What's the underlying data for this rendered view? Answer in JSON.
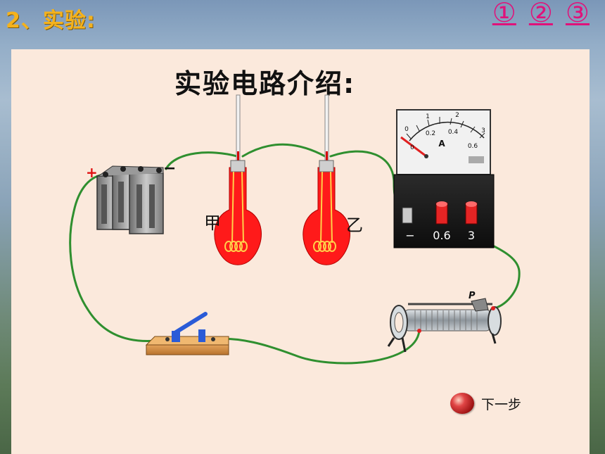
{
  "header": {
    "title": "2、实验:",
    "steps": [
      "①",
      "②",
      "③"
    ]
  },
  "diagram": {
    "title": "实验电路介绍:",
    "battery": {
      "plus": "+",
      "minus": "−"
    },
    "flask_left_label": "甲",
    "flask_right_label": "乙",
    "ammeter": {
      "scale_top": [
        "0",
        "1",
        "2",
        "3"
      ],
      "scale_bottom": [
        "0",
        "0.2",
        "0.4",
        "0.6"
      ],
      "unit": "A",
      "terminals": [
        "−",
        "0.6",
        "3"
      ]
    },
    "rheostat_slider_label": "P",
    "next_button": "下一步"
  },
  "colors": {
    "heading": "#f5b21c",
    "step_links": "#e0127a",
    "panel": "#fbe9dc",
    "wire": "#2f8f2f",
    "flask": "#ff1a1a"
  }
}
